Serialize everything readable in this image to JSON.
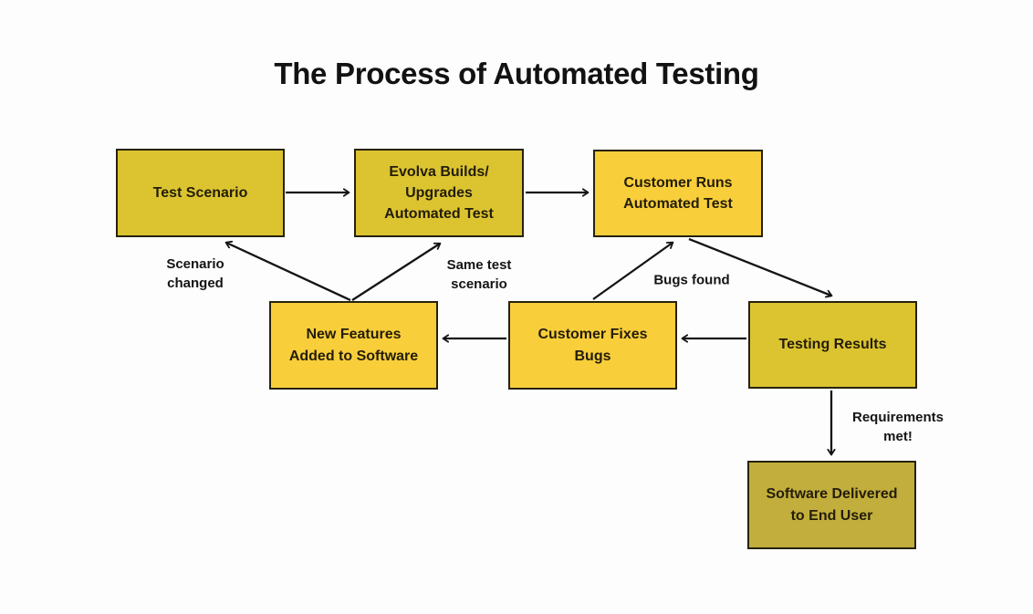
{
  "title": "The Process of Automated Testing",
  "colors": {
    "olive_gold": "#dcc431",
    "bright_gold": "#f9ce3b",
    "dark_gold": "#c2ae3c",
    "border": "#26220f",
    "arrow": "#141414",
    "text": "#231d0a",
    "background": "#fdfdfd"
  },
  "diagram": {
    "type": "flowchart",
    "nodes": [
      {
        "id": "test-scenario",
        "label": "Test Scenario"
      },
      {
        "id": "evolva-builds-upgrades",
        "label": "Evolva Builds/\nUpgrades\nAutomated Test"
      },
      {
        "id": "customer-runs-test",
        "label": "Customer Runs\nAutomated Test"
      },
      {
        "id": "new-features-added",
        "label": "New Features\nAdded to Software"
      },
      {
        "id": "customer-fixes-bugs",
        "label": "Customer Fixes\nBugs"
      },
      {
        "id": "testing-results",
        "label": "Testing Results"
      },
      {
        "id": "software-delivered",
        "label": "Software Delivered\nto End User"
      }
    ],
    "edges": [
      {
        "from": "test-scenario",
        "to": "evolva-builds-upgrades",
        "label": ""
      },
      {
        "from": "evolva-builds-upgrades",
        "to": "customer-runs-test",
        "label": ""
      },
      {
        "from": "customer-runs-test",
        "to": "testing-results",
        "label": ""
      },
      {
        "from": "testing-results",
        "to": "customer-fixes-bugs",
        "label": "Bugs found"
      },
      {
        "from": "customer-fixes-bugs",
        "to": "new-features-added",
        "label": ""
      },
      {
        "from": "customer-fixes-bugs",
        "to": "customer-runs-test",
        "label": ""
      },
      {
        "from": "new-features-added",
        "to": "test-scenario",
        "label": "Scenario\nchanged"
      },
      {
        "from": "new-features-added",
        "to": "evolva-builds-upgrades",
        "label": "Same test\nscenario"
      },
      {
        "from": "testing-results",
        "to": "software-delivered",
        "label": "Requirements\nmet!"
      }
    ]
  }
}
